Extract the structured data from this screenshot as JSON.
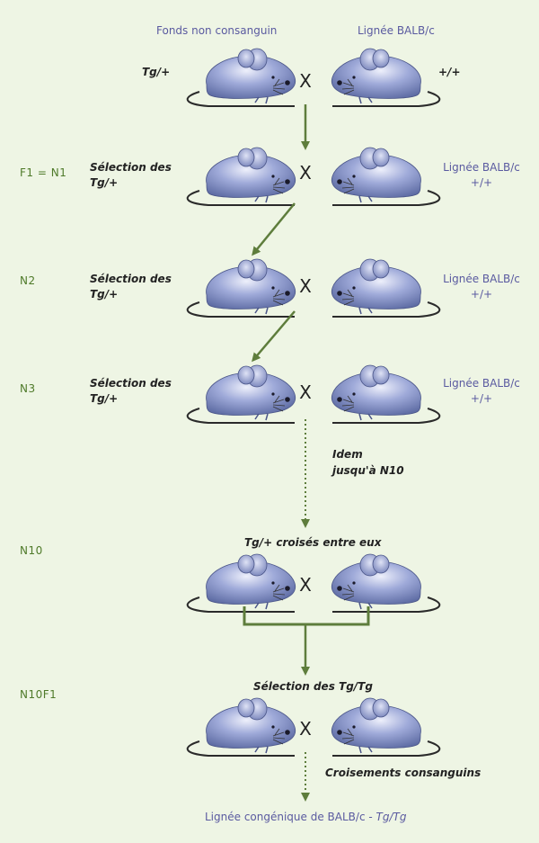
{
  "header": {
    "left": "Fonds non consanguin",
    "right": "Lignée BALB/c"
  },
  "row0": {
    "left_genotype": "Tg/+",
    "right_genotype": "+/+",
    "cross": "X"
  },
  "generations": [
    {
      "label": "F1 = N1",
      "selection_line1": "Sélection des",
      "selection_line2": "Tg/+",
      "cross": "X",
      "right_line1": "Lignée BALB/c",
      "right_line2": "+/+"
    },
    {
      "label": "N2",
      "selection_line1": "Sélection des",
      "selection_line2": "Tg/+",
      "cross": "X",
      "right_line1": "Lignée BALB/c",
      "right_line2": "+/+"
    },
    {
      "label": "N3",
      "selection_line1": "Sélection des",
      "selection_line2": "Tg/+",
      "cross": "X",
      "right_line1": "Lignée BALB/c",
      "right_line2": "+/+"
    }
  ],
  "idem": {
    "line1": "Idem",
    "line2": "jusqu'à N10"
  },
  "n10": {
    "label": "N10",
    "caption": "Tg/+ croisés entre eux",
    "cross": "X"
  },
  "n10f1": {
    "label": "N10F1",
    "caption": "Sélection des Tg/Tg",
    "cross": "X"
  },
  "consanguin_note": "Croisements consanguins",
  "final": {
    "prefix": "Lignée congénique de BALB/c - ",
    "genotype": "Tg/Tg"
  },
  "colors": {
    "background": "#eef5e4",
    "arrow": "#5e7d3c",
    "mouse_body": "#8d9bd0",
    "mouse_dark": "#5c6aa2",
    "label_blue": "#5a5aa0",
    "generation_green": "#4f7a2a"
  }
}
